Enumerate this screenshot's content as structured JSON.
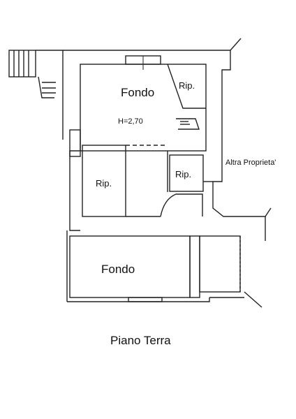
{
  "plan": {
    "title": "Piano Terra",
    "rooms": [
      {
        "id": "fondo-top",
        "name": "Fondo"
      },
      {
        "id": "rip-top-right",
        "name": "Rip."
      },
      {
        "id": "rip-left",
        "name": "Rip."
      },
      {
        "id": "rip-center",
        "name": "Rip."
      },
      {
        "id": "fondo-bottom",
        "name": "Fondo"
      }
    ],
    "height_note": "H=2,70",
    "neighbor_label": "Altra Proprieta'"
  }
}
